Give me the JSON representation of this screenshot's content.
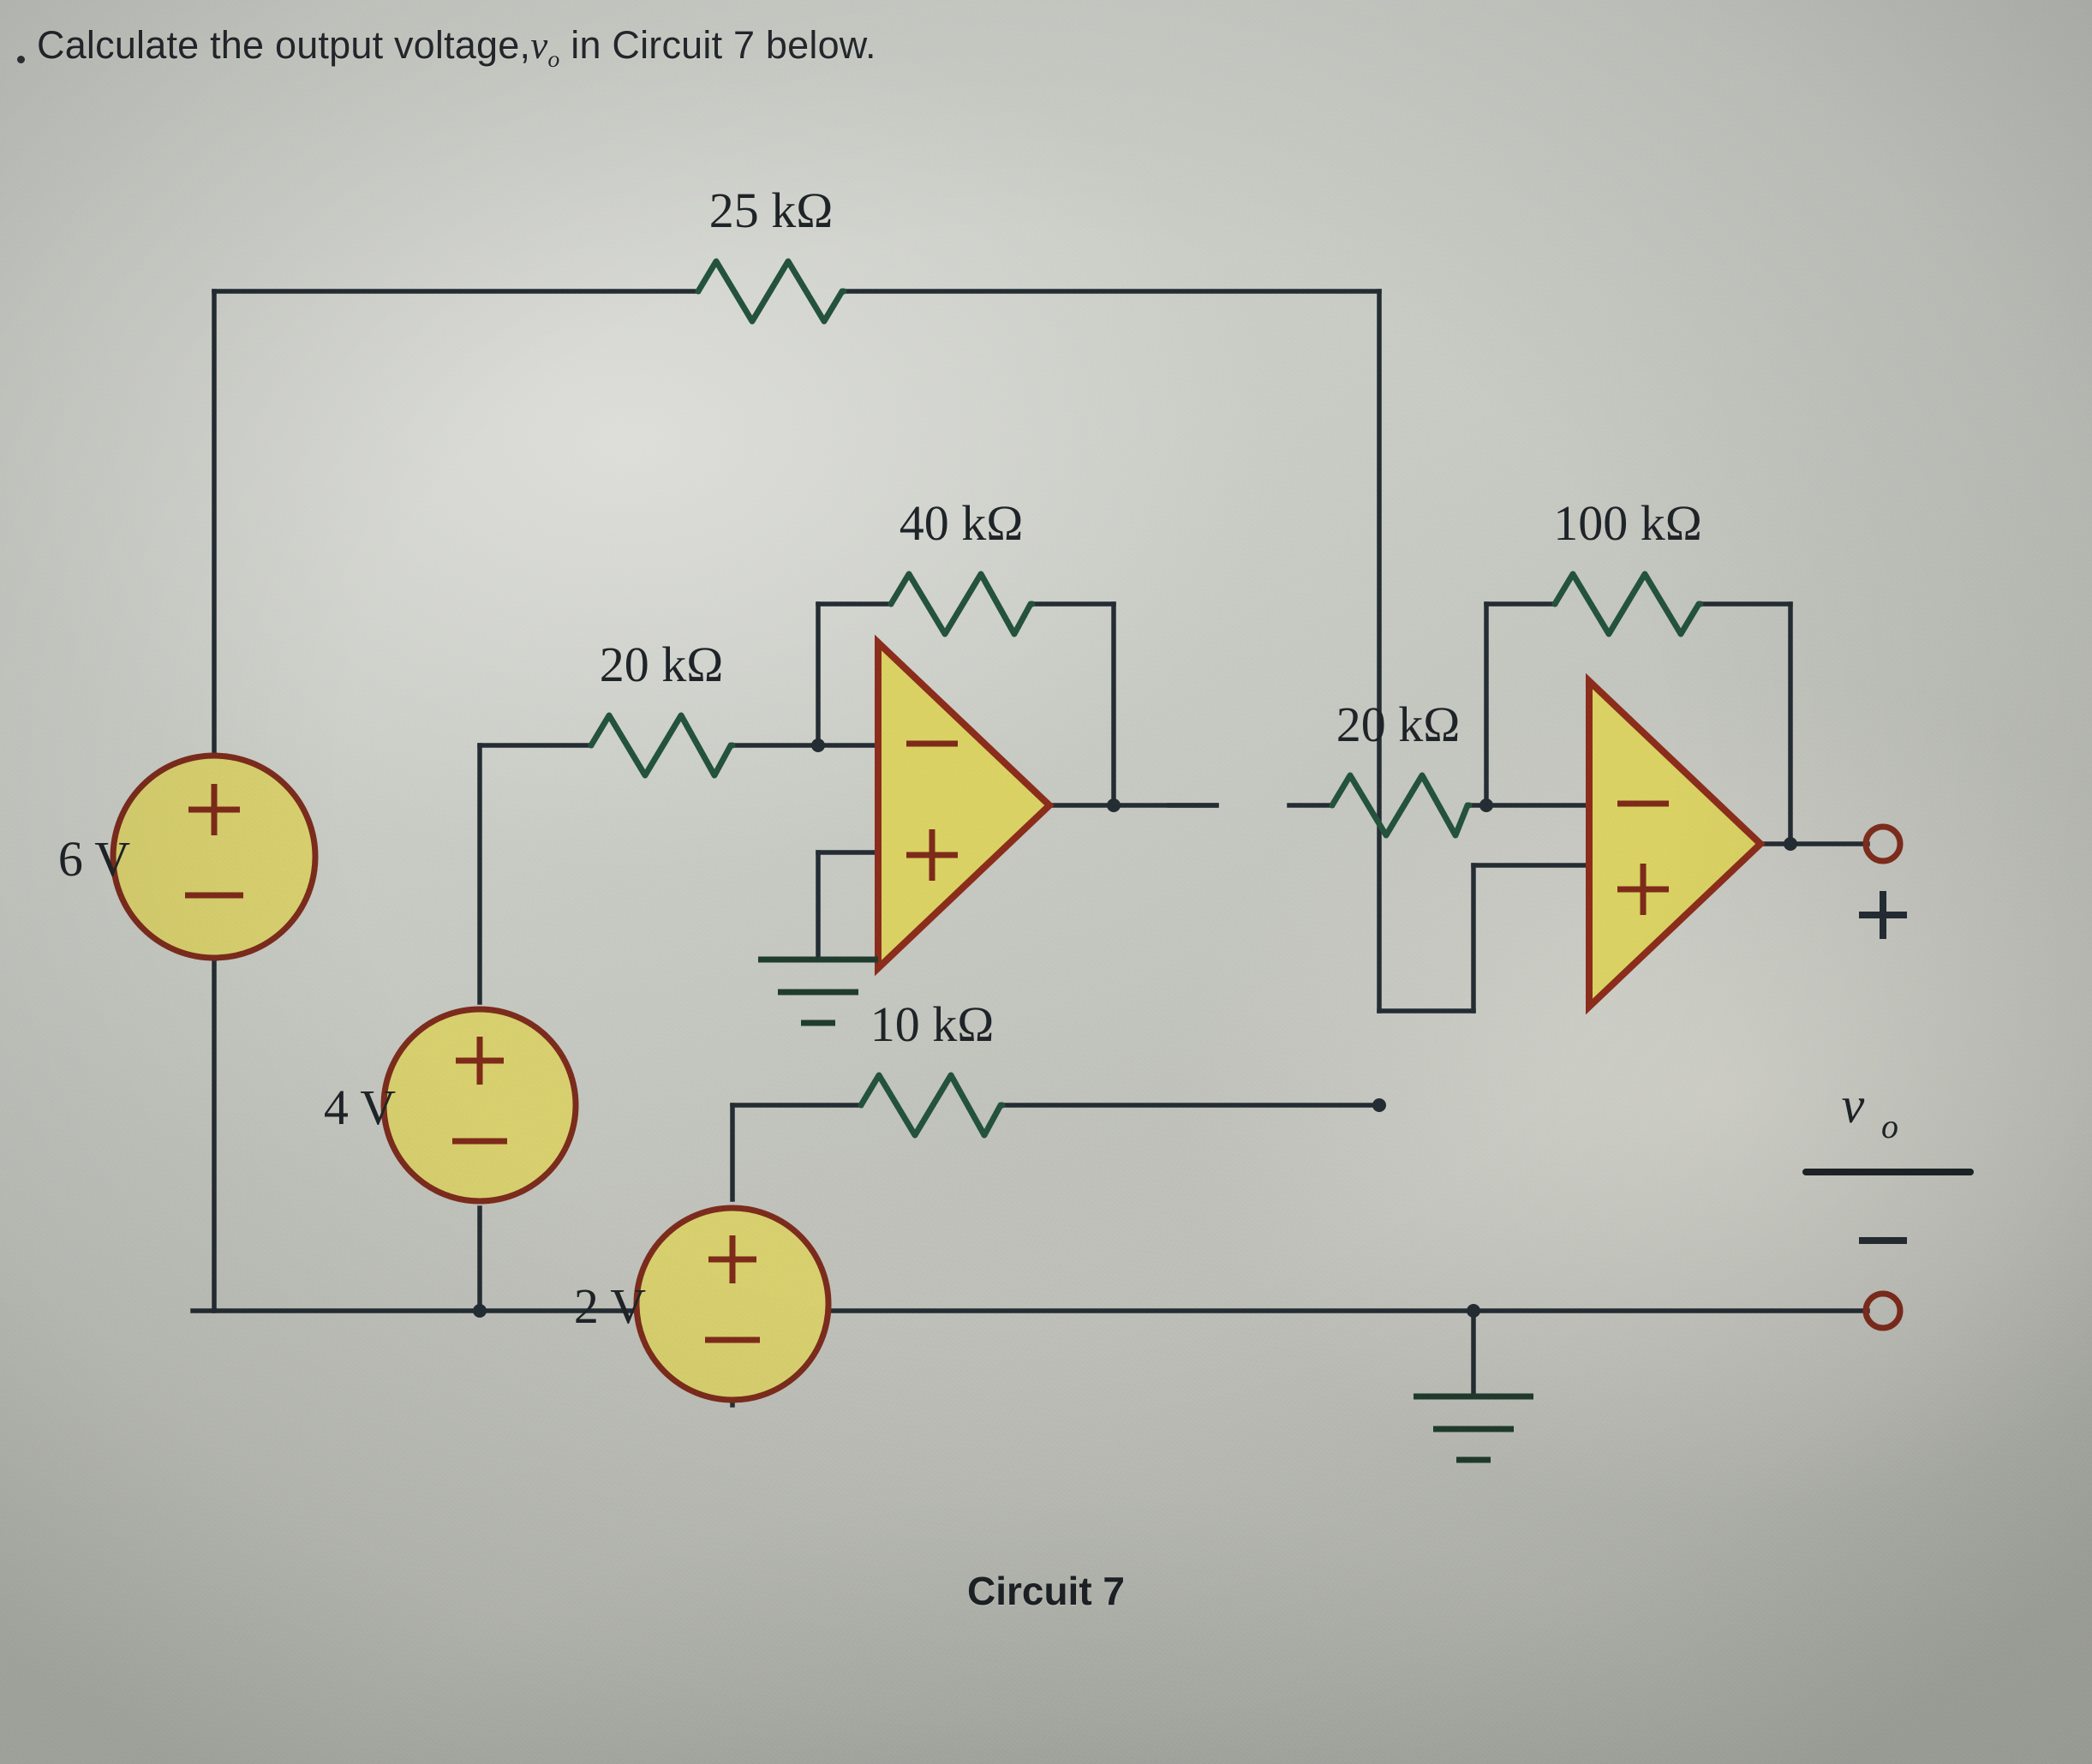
{
  "heading": {
    "bullet": "•",
    "text_before": "Calculate the output voltage,",
    "variable": "v",
    "variable_sub": "o",
    "text_after": "in Circuit 7 below."
  },
  "caption": {
    "label": "Circuit 7"
  },
  "colors": {
    "wire": "#242c33",
    "resistor": "#23513c",
    "source_fill": "#d7cf6d",
    "source_stroke": "#7a2b1c",
    "opamp_fill": "#d9d162",
    "opamp_stroke": "#8a2c1b",
    "terminal": "#7e2c1d",
    "text": "#1e2327",
    "paper": "#c3c5c0"
  },
  "circuit": {
    "name": "Circuit 7",
    "resistors": [
      {
        "id": "R25",
        "label": "25 kΩ",
        "value": 25,
        "unit": "kΩ"
      },
      {
        "id": "R40",
        "label": "40 kΩ",
        "value": 40,
        "unit": "kΩ"
      },
      {
        "id": "R20a",
        "label": "20 kΩ",
        "value": 20,
        "unit": "kΩ"
      },
      {
        "id": "R20b",
        "label": "20 kΩ",
        "value": 20,
        "unit": "kΩ"
      },
      {
        "id": "R100",
        "label": "100 kΩ",
        "value": 100,
        "unit": "kΩ"
      },
      {
        "id": "R10",
        "label": "10 kΩ",
        "value": 10,
        "unit": "kΩ"
      }
    ],
    "sources": [
      {
        "id": "V6",
        "label": "6 V",
        "value": 6,
        "unit": "V",
        "polarity_top": "+",
        "polarity_bottom": "−"
      },
      {
        "id": "V4",
        "label": "4 V",
        "value": 4,
        "unit": "V",
        "polarity_top": "+",
        "polarity_bottom": "−"
      },
      {
        "id": "V2",
        "label": "2 V",
        "value": 2,
        "unit": "V",
        "polarity_top": "+",
        "polarity_bottom": "−"
      }
    ],
    "opamps": [
      {
        "id": "U1",
        "inverting_mark": "−",
        "noninverting_mark": "+"
      },
      {
        "id": "U2",
        "inverting_mark": "−",
        "noninverting_mark": "+"
      }
    ],
    "output": {
      "variable": "v",
      "subscript": "o",
      "terminal_plus": "+",
      "terminal_minus": "−"
    },
    "grounds": 2
  },
  "chart_data": {
    "type": "diagram",
    "title": "Circuit 7",
    "subtype": "op-amp circuit schematic",
    "nodes": [
      {
        "id": "V6",
        "type": "voltage_source",
        "label": "6 V"
      },
      {
        "id": "V4",
        "type": "voltage_source",
        "label": "4 V"
      },
      {
        "id": "V2",
        "type": "voltage_source",
        "label": "2 V"
      },
      {
        "id": "R25",
        "type": "resistor",
        "label": "25 kΩ"
      },
      {
        "id": "R20a",
        "type": "resistor",
        "label": "20 kΩ"
      },
      {
        "id": "R40",
        "type": "resistor",
        "label": "40 kΩ"
      },
      {
        "id": "R20b",
        "type": "resistor",
        "label": "20 kΩ"
      },
      {
        "id": "R10",
        "type": "resistor",
        "label": "10 kΩ"
      },
      {
        "id": "R100",
        "type": "resistor",
        "label": "100 kΩ"
      },
      {
        "id": "U1",
        "type": "opamp",
        "label": "op-amp 1"
      },
      {
        "id": "U2",
        "type": "opamp",
        "label": "op-amp 2"
      },
      {
        "id": "GND1",
        "type": "ground",
        "label": "ground"
      },
      {
        "id": "GND2",
        "type": "ground",
        "label": "ground"
      },
      {
        "id": "VO",
        "type": "output_port",
        "label": "vo"
      }
    ]
  }
}
